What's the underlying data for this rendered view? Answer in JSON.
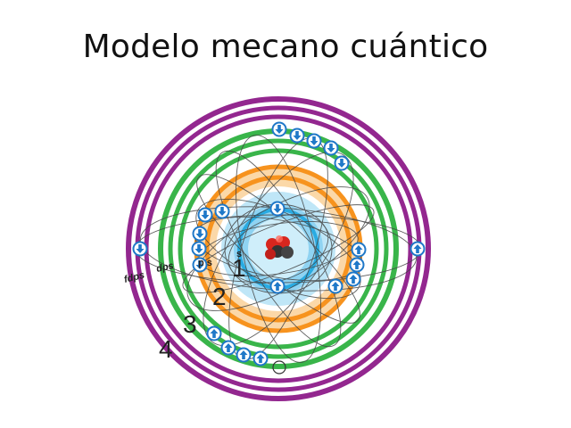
{
  "title": "Modelo mecano cuántico",
  "diagram": {
    "shell_numbers": [
      "1",
      "2",
      "3",
      "4"
    ],
    "subshell_labels": {
      "shell1": "s",
      "shell2": "p s",
      "shell3": "dps",
      "shell4": "fdps"
    },
    "colors": {
      "shell1": "#29abe2",
      "shell2": "#f7931e",
      "shell3": "#39b54a",
      "shell4": "#93278f",
      "electron": "#1f78c8",
      "nucleus_red": "#d7261e",
      "nucleus_dark": "#333333"
    },
    "icons": {
      "electron_up": "arrow-up-icon",
      "electron_down": "arrow-down-icon"
    }
  }
}
